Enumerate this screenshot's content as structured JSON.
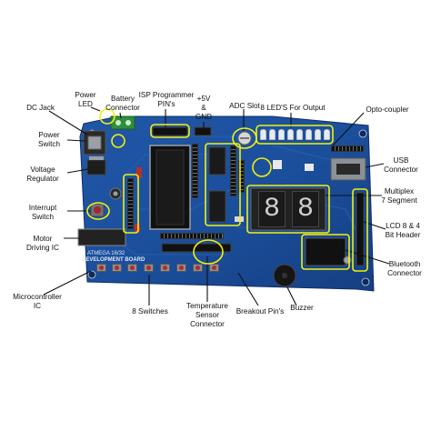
{
  "board": {
    "silkscreen_title": "ATMEGA 16/32",
    "silkscreen_subtitle": "DEVELOPMENT BOARD"
  },
  "labels": {
    "dc_jack": "DC Jack",
    "power_led": [
      "Power",
      "LED"
    ],
    "battery_connector": [
      "Battery",
      "Connector"
    ],
    "isp_pins": [
      "ISP Programmer",
      "PIN's"
    ],
    "vcc_gnd": [
      "+5V",
      "&",
      "GND"
    ],
    "adc_slot": "ADC Slot",
    "leds_output": "8 LED'S For Output",
    "opto_coupler": "Opto-coupler",
    "power_switch": [
      "Power",
      "Switch"
    ],
    "usb_connector": [
      "USB",
      "Connector"
    ],
    "voltage_regulator": [
      "Voltage",
      "Regulator"
    ],
    "multiplex_7seg": [
      "Multiplex",
      "7 Segment"
    ],
    "interrupt_switch": [
      "Interrupt",
      "Switch"
    ],
    "lcd_header": [
      "LCD 8 & 4",
      "Bit Header"
    ],
    "motor_driving_ic": [
      "Motor",
      "Driving IC"
    ],
    "bluetooth_connector": [
      "Bluetooth",
      "Connector"
    ],
    "microcontroller_ic": [
      "Microcontroller",
      "IC"
    ],
    "switches_8": "8 Switches",
    "temperature_sensor": [
      "Temperature",
      "Sensor",
      "Connector"
    ],
    "breakout_pins": "Breakout Pin's",
    "buzzer": "Buzzer"
  },
  "colors": {
    "pcb": "#1b4f9c",
    "pcb_dark": "#123a78",
    "callout_line": "#111111",
    "highlight_circle": "#f2f20a"
  }
}
